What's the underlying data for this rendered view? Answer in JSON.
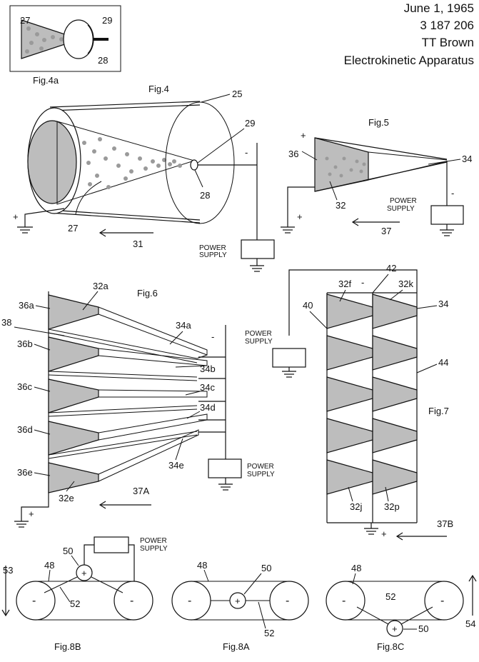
{
  "header": {
    "date": "June 1, 1965",
    "patent_number": "3 187 206",
    "inventor": "TT Brown",
    "title": "Electrokinetic Apparatus"
  },
  "figures": {
    "fig4a": {
      "caption": "Fig.4a",
      "labels": [
        "27",
        "29",
        "28"
      ]
    },
    "fig4": {
      "caption": "Fig.4",
      "labels": [
        "25",
        "29",
        "28",
        "27",
        "31"
      ],
      "polarity": [
        "-",
        "+"
      ],
      "supply": [
        "POWER",
        "SUPPLY"
      ]
    },
    "fig5": {
      "caption": "Fig.5",
      "labels": [
        "36",
        "34",
        "32",
        "37"
      ],
      "polarity": [
        "+",
        "-",
        "+"
      ],
      "supply": [
        "POWER",
        "SUPPLY"
      ]
    },
    "fig6": {
      "caption": "Fig.6",
      "labels": [
        "32a",
        "36a",
        "38",
        "34a",
        "36b",
        "34b",
        "36c",
        "34c",
        "34d",
        "36d",
        "34e",
        "36e",
        "32e",
        "37A"
      ],
      "polarity": [
        "-",
        "+"
      ],
      "supply": [
        "POWER",
        "SUPPLY"
      ]
    },
    "fig7": {
      "caption": "Fig.7",
      "labels": [
        "42",
        "32f",
        "32k",
        "40",
        "34",
        "44",
        "32j",
        "32p",
        "37B"
      ],
      "polarity": [
        "-",
        "+"
      ],
      "supply": [
        "POWER",
        "SUPPLY"
      ]
    },
    "fig8b": {
      "caption": "Fig.8B",
      "labels": [
        "53",
        "48",
        "50",
        "52"
      ],
      "polarity": [
        "-",
        "+",
        "-"
      ],
      "supply": [
        "POWER",
        "SUPPLY"
      ]
    },
    "fig8a": {
      "caption": "Fig.8A",
      "labels": [
        "48",
        "50",
        "52"
      ],
      "polarity": [
        "-",
        "+",
        "-"
      ]
    },
    "fig8c": {
      "caption": "Fig.8C",
      "labels": [
        "48",
        "52",
        "50",
        "54"
      ],
      "polarity": [
        "-",
        "-",
        "+"
      ]
    }
  }
}
